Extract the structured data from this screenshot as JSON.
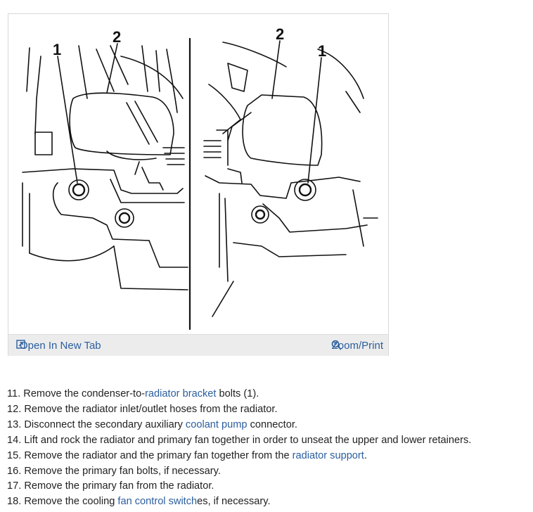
{
  "figure": {
    "callouts": {
      "left_1": "1",
      "left_2": "2",
      "right_2": "2",
      "right_1": "1"
    },
    "open_label": "Open In New Tab",
    "zoom_label": "Zoom/Print",
    "open_icon": "open-new-tab-icon",
    "zoom_icon": "magnifier-icon",
    "link_color": "#2b5e9e"
  },
  "steps": [
    {
      "num": "11.",
      "pre": "Remove the condenser-to-",
      "link": "radiator bracket",
      "post": " bolts (1)."
    },
    {
      "num": "12.",
      "pre": "Remove the radiator inlet/outlet hoses from the radiator.",
      "link": "",
      "post": ""
    },
    {
      "num": "13.",
      "pre": "Disconnect the secondary auxiliary ",
      "link": "coolant pump",
      "post": " connector."
    },
    {
      "num": "14.",
      "pre": "Lift and rock the radiator and primary fan together in order to unseat the upper and lower retainers.",
      "link": "",
      "post": ""
    },
    {
      "num": "15.",
      "pre": "Remove the radiator and the primary fan together from the ",
      "link": "radiator support",
      "post": "."
    },
    {
      "num": "16.",
      "pre": "Remove the primary fan bolts, if necessary.",
      "link": "",
      "post": ""
    },
    {
      "num": "17.",
      "pre": "Remove the primary fan from the radiator.",
      "link": "",
      "post": ""
    },
    {
      "num": "18.",
      "pre": "Remove the cooling ",
      "link": "fan control switch",
      "post": "es, if necessary."
    }
  ]
}
